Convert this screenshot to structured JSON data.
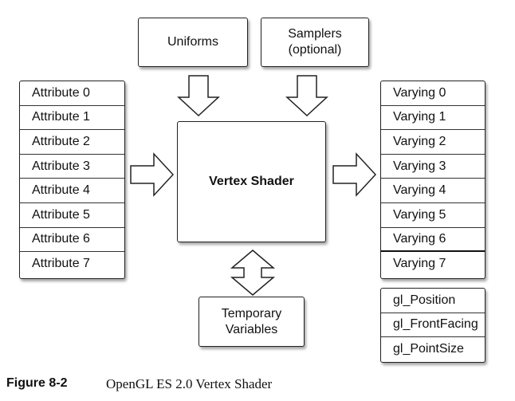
{
  "uniforms": "Uniforms",
  "samplers": {
    "line1": "Samplers",
    "line2": "(optional)"
  },
  "attributes": [
    "Attribute 0",
    "Attribute 1",
    "Attribute 2",
    "Attribute 3",
    "Attribute 4",
    "Attribute 5",
    "Attribute 6",
    "Attribute 7"
  ],
  "vertex_shader": "Vertex Shader",
  "temporary": {
    "line1": "Temporary",
    "line2": "Variables"
  },
  "varyings": [
    "Varying 0",
    "Varying 1",
    "Varying 2",
    "Varying 3",
    "Varying 4",
    "Varying 5",
    "Varying 6",
    "Varying 7"
  ],
  "builtins": [
    "gl_Position",
    "gl_FrontFacing",
    "gl_PointSize"
  ],
  "caption": {
    "label": "Figure 8-2",
    "text": "OpenGL ES 2.0 Vertex Shader"
  }
}
